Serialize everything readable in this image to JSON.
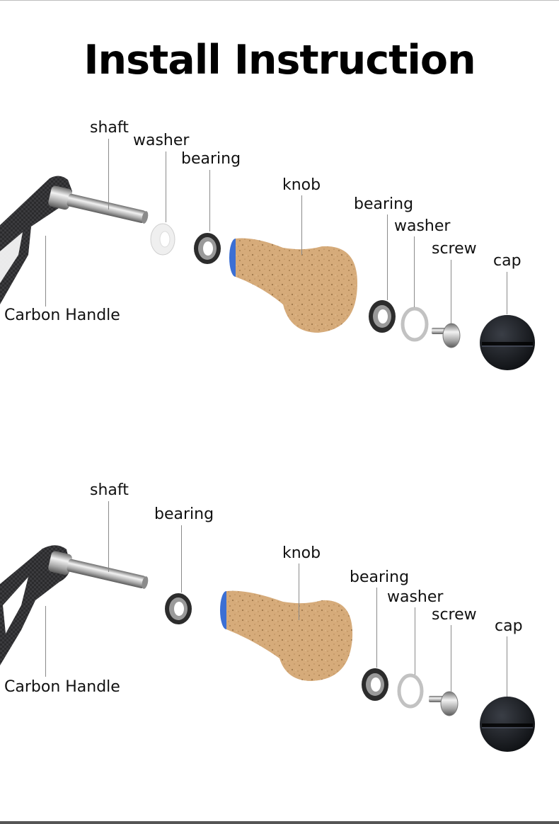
{
  "title": "Install Instruction",
  "diagrams": [
    {
      "labels": {
        "shaft": "shaft",
        "washer1": "washer",
        "bearing1": "bearing",
        "knob": "knob",
        "bearing2": "bearing",
        "washer2": "washer",
        "screw": "screw",
        "cap": "cap",
        "handle": "Carbon Handle"
      }
    },
    {
      "labels": {
        "shaft": "shaft",
        "bearing1": "bearing",
        "knob": "knob",
        "bearing2": "bearing",
        "washer2": "washer",
        "screw": "screw",
        "cap": "cap",
        "handle": "Carbon Handle"
      }
    }
  ],
  "colors": {
    "cork": "#d4aa79",
    "carbon": "#2a2a2c",
    "cap": "#15171b",
    "steel": "#b9b9b9",
    "bushing": "#3b6fd4"
  }
}
